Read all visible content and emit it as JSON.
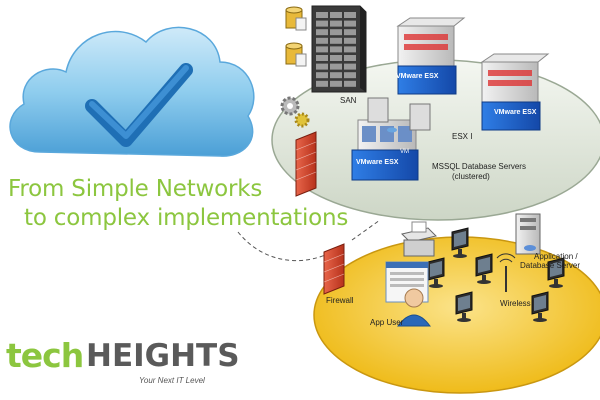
{
  "tagline": {
    "line1": "From Simple Networks",
    "line2": "to complex implementations"
  },
  "labels": {
    "san": "SAN",
    "esx_i": "ESX I",
    "vmware_esx": "VMware ESX",
    "vm": "VM",
    "mssql_line1": "MSSQL Database Servers",
    "mssql_line2": "(clustered)",
    "app_server_line1": "Application /",
    "app_server_line2": "Database Server",
    "wireless": "Wireless",
    "firewall": "Firewall",
    "app_user": "App User"
  },
  "logo": {
    "tech": "tech",
    "heights": "HEIGHTS",
    "slogan": "Your Next IT Level"
  },
  "colors": {
    "cloud": "#7fc3ea",
    "check": "#1f6fb5",
    "accent_green": "#8cc63f",
    "logo_gray": "#5a5a5a",
    "datacenter_platform": "#e6ece2",
    "office_platform": "#f3c21f",
    "esx_blue": "#1d5fc9",
    "firewall_red": "#d9452b"
  },
  "icons": [
    "cloud-check-icon",
    "san-rack-icon",
    "database-icon",
    "gear-icon",
    "esx-server-icon",
    "firewall-icon",
    "desktop-computer-icon",
    "printer-icon",
    "wireless-antenna-icon",
    "user-avatar-icon"
  ]
}
